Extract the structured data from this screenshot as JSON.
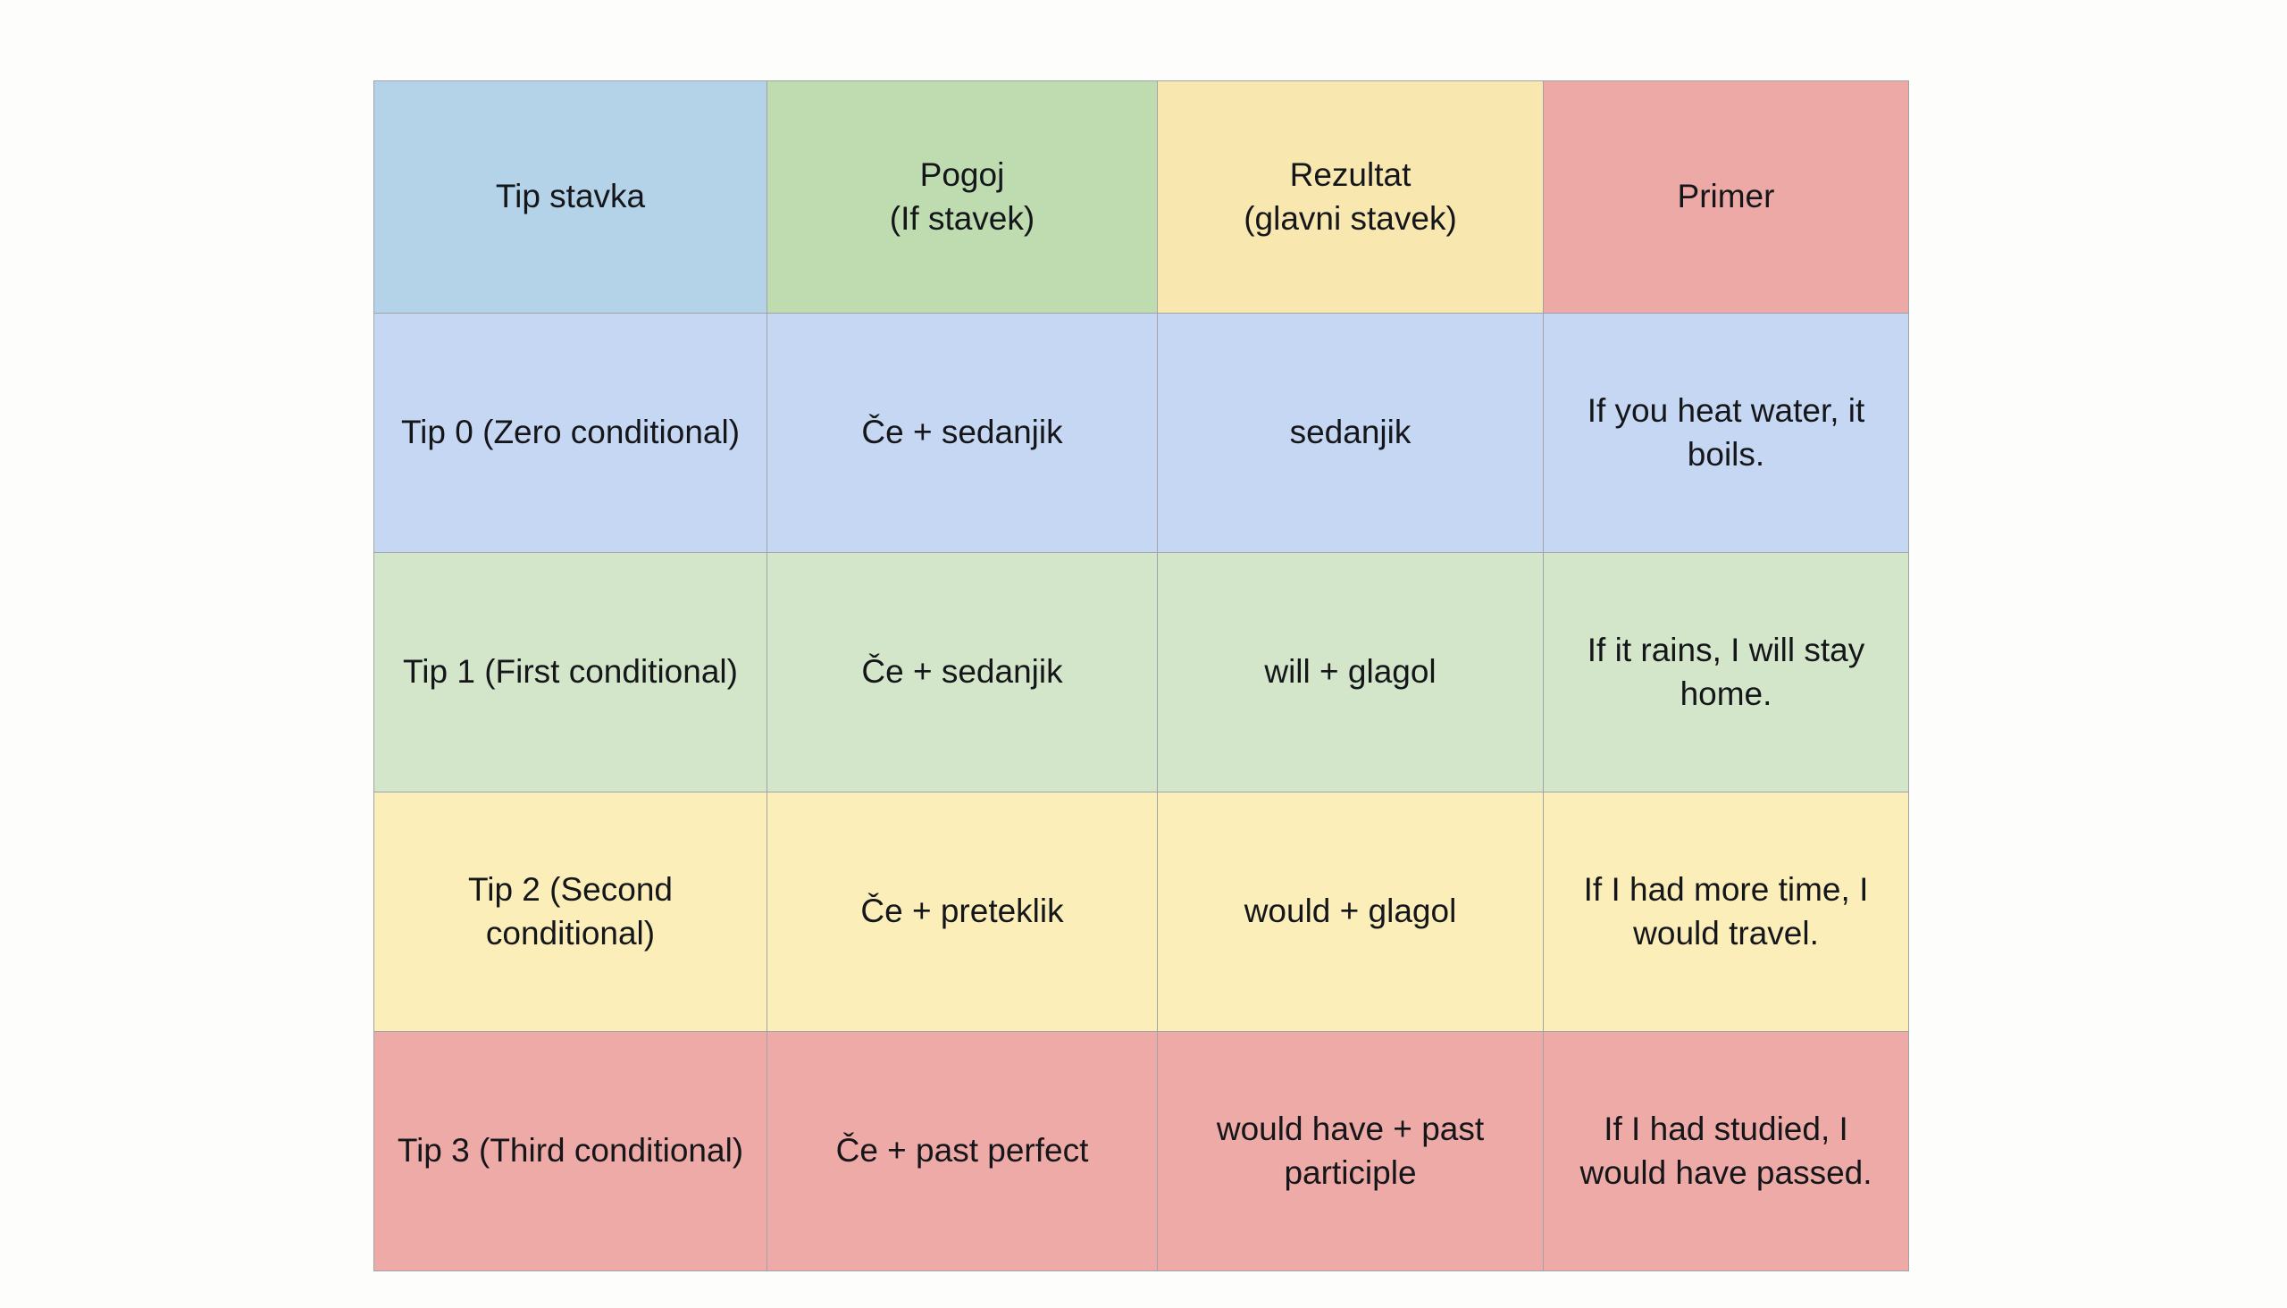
{
  "table": {
    "columns": [
      {
        "key": "type",
        "label": "Tip stavka",
        "sublabel": ""
      },
      {
        "key": "condition",
        "label": "Pogoj",
        "sublabel": "(If stavek)"
      },
      {
        "key": "result",
        "label": "Rezultat",
        "sublabel": "(glavni stavek)"
      },
      {
        "key": "example",
        "label": "Primer",
        "sublabel": ""
      }
    ],
    "header_colors": [
      "#b4d3e8",
      "#bfdcb1",
      "#f8e7af",
      "#eda9a5"
    ],
    "rows": [
      {
        "color": "#c6d7f3",
        "type": "Tip 0 (Zero conditional)",
        "condition": "Če + sedanjik",
        "result": "sedanjik",
        "example": "If you heat water, it boils."
      },
      {
        "color": "#d4e6c9",
        "type": "Tip 1 (First conditional)",
        "condition": "Če + sedanjik",
        "result": "will + glagol",
        "example": "If it rains, I will stay home."
      },
      {
        "color": "#fbeeb9",
        "type": "Tip 2 (Second conditional)",
        "condition": "Če + preteklik",
        "result": "would + glagol",
        "example": "If I had more time, I would travel."
      },
      {
        "color": "#eeaaa6",
        "type": "Tip 3 (Third conditional)",
        "condition": "Če + past perfect",
        "result": "would have + past participle",
        "example": "If I had studied, I would have passed."
      }
    ]
  }
}
